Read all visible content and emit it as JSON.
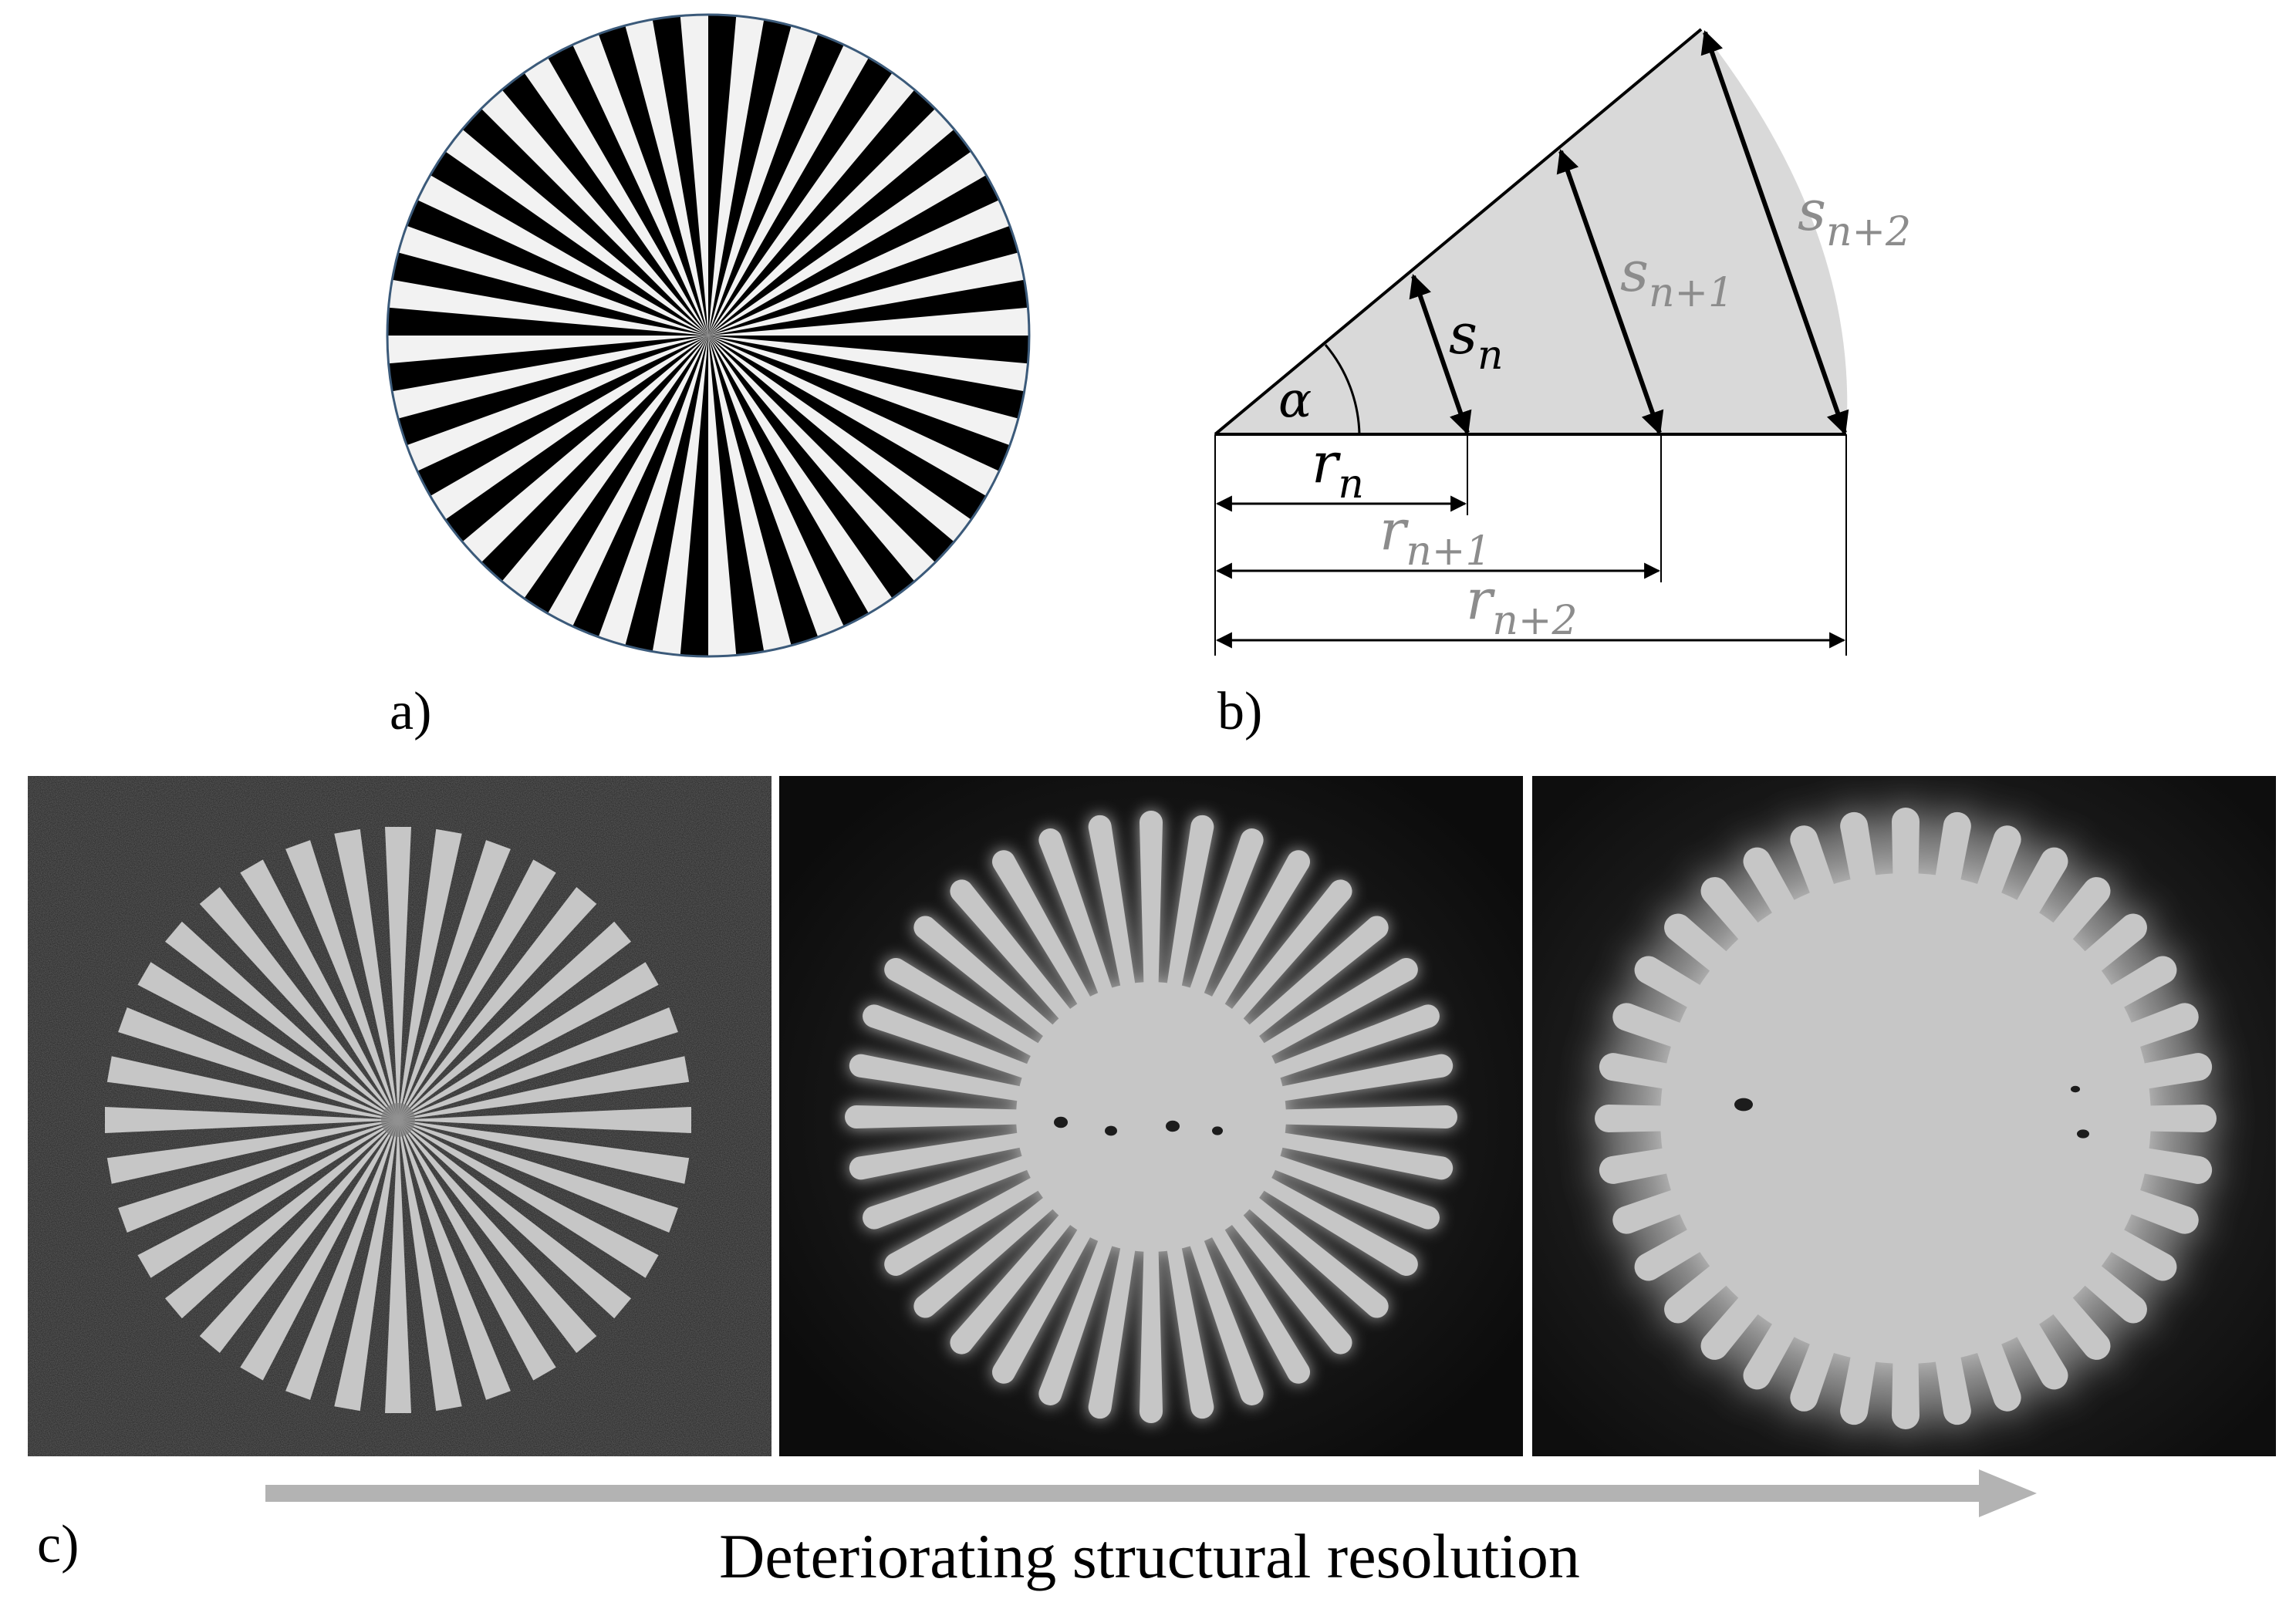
{
  "panels": {
    "a": {
      "label": "a)",
      "star_spoke_count": 36
    },
    "b": {
      "label": "b)",
      "angle_label": "α",
      "s_n": {
        "base": "s",
        "sub": "n"
      },
      "s_n1": {
        "base": "s",
        "sub": "n+1"
      },
      "s_n2": {
        "base": "s",
        "sub": "n+2"
      },
      "r_n": {
        "base": "r",
        "sub": "n"
      },
      "r_n1": {
        "base": "r",
        "sub": "n+1"
      },
      "r_n2": {
        "base": "r",
        "sub": "n+2"
      },
      "colors": {
        "sector_fill": "#d9d9d9",
        "grey_text": "#8c8c8c"
      }
    },
    "c": {
      "label": "c)",
      "caption": "Deteriorating structural resolution",
      "images": [
        {
          "name": "sharp-scan",
          "spokes": 36
        },
        {
          "name": "medium-blur-scan",
          "spokes": 36
        },
        {
          "name": "strong-blur-scan",
          "spokes": 36
        }
      ],
      "colors": {
        "arrow": "#b3b3b3",
        "foreground": "#c6c6c6"
      }
    }
  }
}
